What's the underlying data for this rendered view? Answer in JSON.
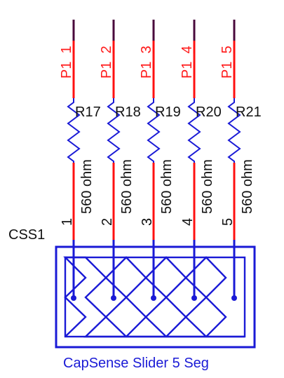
{
  "component": {
    "ref": "CSS1",
    "name": "CapSense Slider 5 Seg"
  },
  "channels": [
    {
      "net": "P1_1",
      "resistor_ref": "R17",
      "resistor_value": "560 ohm",
      "pin": "1"
    },
    {
      "net": "P1_2",
      "resistor_ref": "R18",
      "resistor_value": "560 ohm",
      "pin": "2"
    },
    {
      "net": "P1_3",
      "resistor_ref": "R19",
      "resistor_value": "560 ohm",
      "pin": "3"
    },
    {
      "net": "P1_4",
      "resistor_ref": "R20",
      "resistor_value": "560 ohm",
      "pin": "4"
    },
    {
      "net": "P1_5",
      "resistor_ref": "R21",
      "resistor_value": "560 ohm",
      "pin": "5"
    }
  ],
  "colors": {
    "net_wire": "#4a0a3c",
    "connection_wire": "#ff1010",
    "component": "#1a1ad6",
    "net_label": "#ff1a1a",
    "text": "#111111"
  }
}
